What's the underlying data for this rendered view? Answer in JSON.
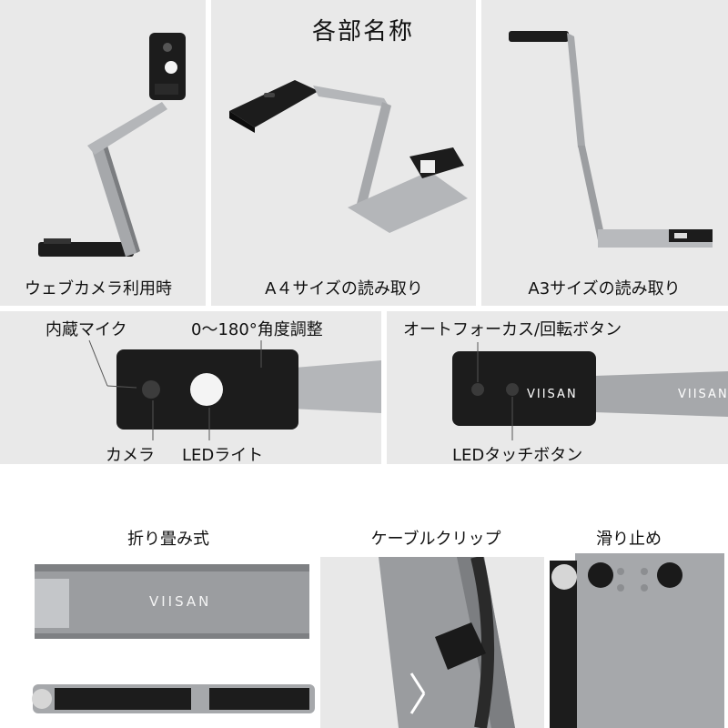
{
  "header": {
    "title": "各部名称"
  },
  "usage_modes": [
    {
      "label": "ウェブカメラ利用時"
    },
    {
      "label": "A４サイズの読み取り"
    },
    {
      "label": "A3サイズの読み取り"
    }
  ],
  "parts": {
    "mic": "内蔵マイク",
    "angle": "0～180°角度調整",
    "camera": "カメラ",
    "led_light": "LEDライト",
    "af_button": "オートフォーカス/回転ボタン",
    "led_touch": "LEDタッチボタン"
  },
  "features": {
    "foldable": "折り畳み式",
    "cable_clip": "ケーブルクリップ",
    "anti_slip": "滑り止め"
  },
  "brand": {
    "name": "VIISAN"
  },
  "colors": {
    "panel_bg": "#e9e9e9",
    "device_dark": "#1c1c1c",
    "device_silver": "#a6a8ab"
  }
}
